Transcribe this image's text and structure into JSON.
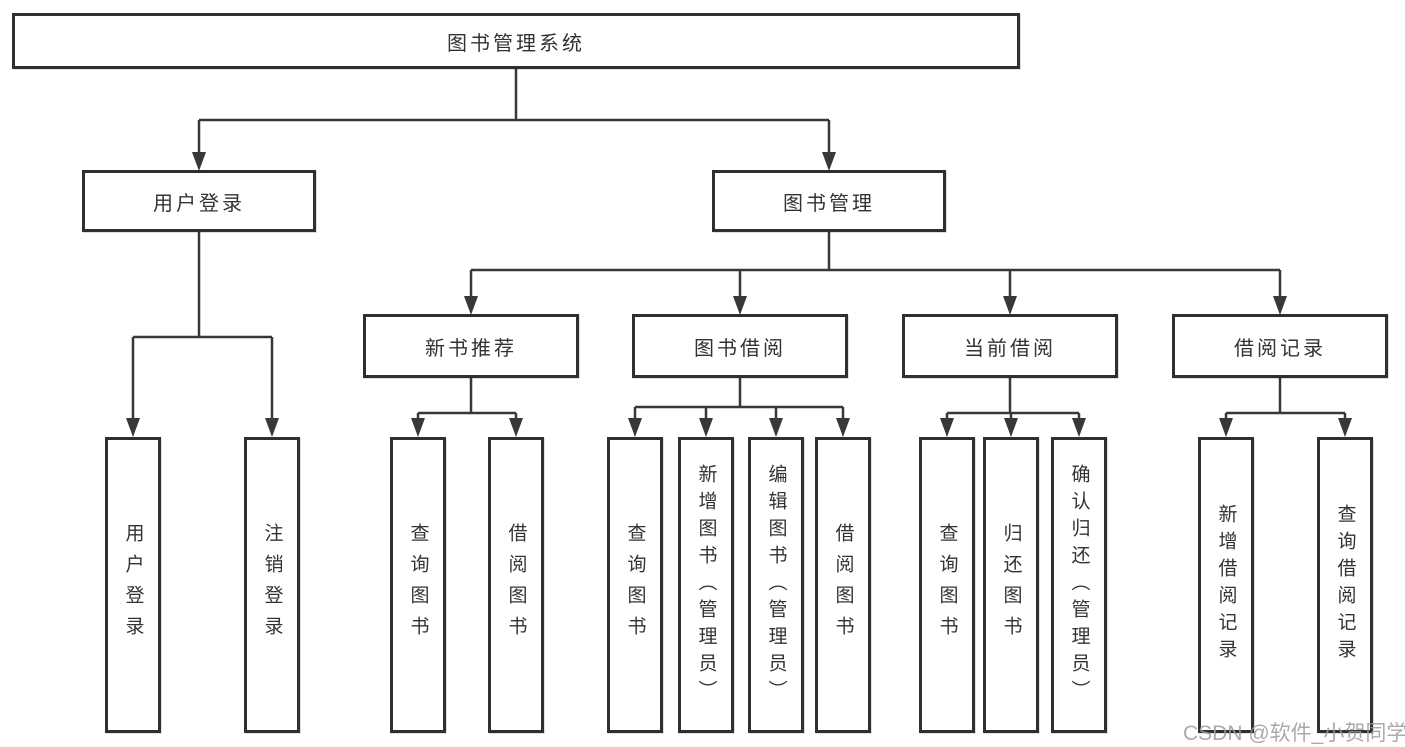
{
  "tree": {
    "label": "图书管理系统",
    "children": [
      {
        "label": "用户登录",
        "children": [
          {
            "label": "用户登录"
          },
          {
            "label": "注销登录"
          }
        ]
      },
      {
        "label": "图书管理",
        "children": [
          {
            "label": "新书推荐",
            "children": [
              {
                "label": "查询图书"
              },
              {
                "label": "借阅图书"
              }
            ]
          },
          {
            "label": "图书借阅",
            "children": [
              {
                "label": "查询图书"
              },
              {
                "label": "新增图书（管理员）"
              },
              {
                "label": "编辑图书（管理员）"
              },
              {
                "label": "借阅图书"
              }
            ]
          },
          {
            "label": "当前借阅",
            "children": [
              {
                "label": "查询图书"
              },
              {
                "label": "归还图书"
              },
              {
                "label": "确认归还（管理员）"
              }
            ]
          },
          {
            "label": "借阅记录",
            "children": [
              {
                "label": "新增借阅记录"
              },
              {
                "label": "查询借阅记录"
              }
            ]
          }
        ]
      }
    ]
  },
  "watermark": {
    "text": "CSDN @软件_小贺同学"
  },
  "colors": {
    "line": "#383838",
    "box_border": "#2f2f2f",
    "box_fill": "#ffffff",
    "text": "#333333",
    "watermark": "#9c9c9c",
    "background": "#ffffff"
  }
}
